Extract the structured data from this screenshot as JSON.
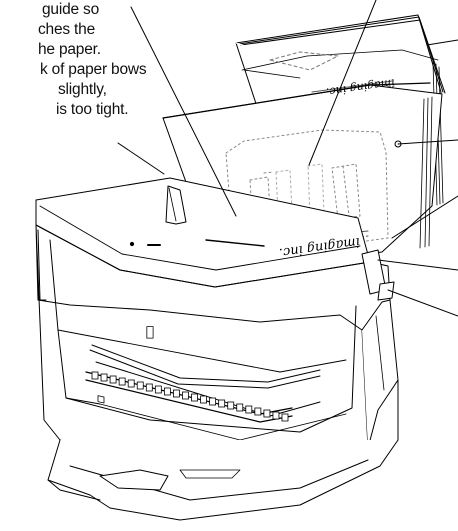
{
  "callout": {
    "lines": [
      "guide so",
      "ches the",
      "he paper.",
      "k of paper bows",
      "slightly,",
      "is too tight."
    ]
  },
  "paper": {
    "back_sheet_brand": "imaging inc.",
    "front_sheet_brand": "imaging inc."
  },
  "printer": {
    "logo_glyph": ""
  }
}
